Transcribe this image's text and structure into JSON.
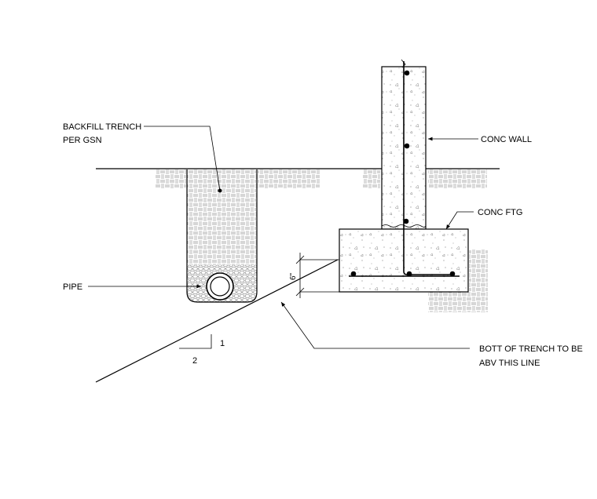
{
  "labels": {
    "backfill_line1": "BACKFILL TRENCH",
    "backfill_line2": "PER GSN",
    "pipe": "PIPE",
    "conc_wall": "CONC WALL",
    "conc_ftg": "CONC FTG",
    "bott_line1": "BOTT OF TRENCH TO BE",
    "bott_line2": "ABV THIS LINE",
    "dimension": "6\"",
    "slope_rise": "1",
    "slope_run": "2"
  },
  "slope": {
    "rise": 1,
    "run": 2
  }
}
